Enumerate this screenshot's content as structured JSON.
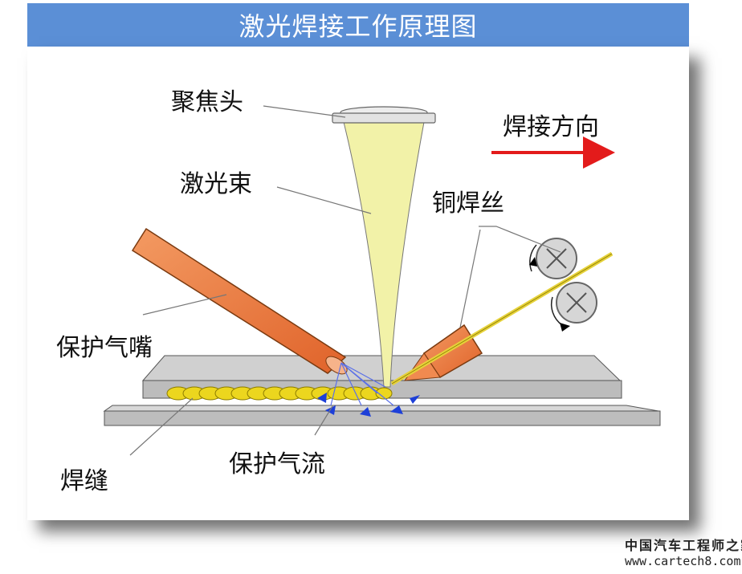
{
  "title": "激光焊接工作原理图",
  "labels": {
    "focus_head": "聚焦头",
    "laser_beam": "激光束",
    "copper_wire": "铜焊丝",
    "weld_direction": "焊接方向",
    "gas_nozzle": "保护气嘴",
    "gas_flow": "保护气流",
    "weld_seam": "焊缝"
  },
  "watermark": {
    "name": "中国汽车工程师之家",
    "url": "www.cartech8.com"
  },
  "colors": {
    "title_bg": "#5b8fd6",
    "laser": "#f2f2a8",
    "nozzle": "#f07a3a",
    "wire": "#e6d23a",
    "gas": "#1d3fd8",
    "arrow": "#e31b1b",
    "plate": "#c8c8c8"
  }
}
